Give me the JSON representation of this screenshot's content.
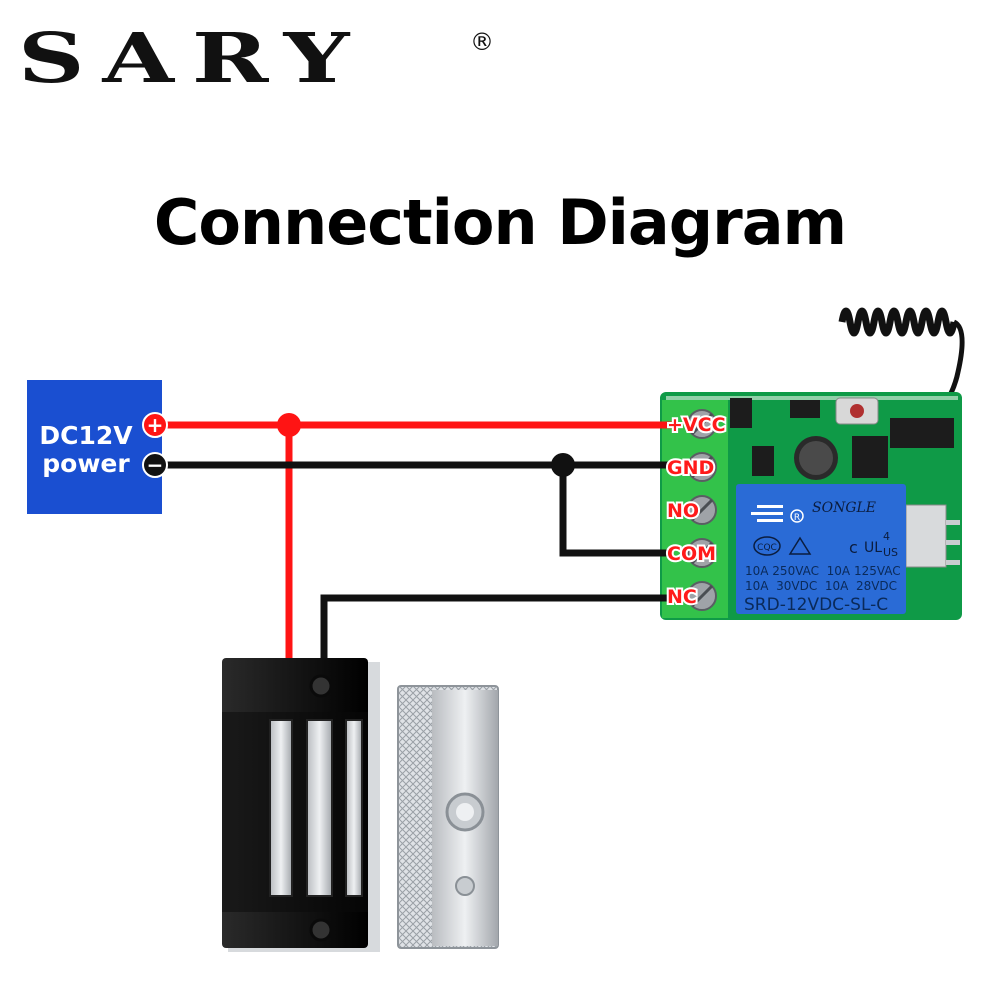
{
  "brand": {
    "name": "SARY",
    "registered_mark": "®"
  },
  "title": "Connection Diagram",
  "power_supply": {
    "line1": "DC12V",
    "line2": "power",
    "plus_symbol": "+",
    "minus_symbol": "−",
    "color": "#1a4fd1"
  },
  "relay_module": {
    "terminals": [
      "+VCC",
      "GND",
      "NO",
      "COM",
      "NC"
    ],
    "relay_brand": "SONGLE",
    "relay_cert": "4",
    "relay_cert_us": "US",
    "relay_spec_1": "10A 250VAC  10A 125VAC",
    "relay_spec_2": "10A  30VDC  10A  28VDC",
    "relay_model": "SRD-12VDC-SL-C",
    "relay_color": "#2a6bd6",
    "board_color": "#0f9a47",
    "terminal_block_color": "#33c24a"
  },
  "wires": {
    "positive_color": "#ff1414",
    "negative_color": "#111111"
  },
  "icons": [
    "antenna-coil-icon",
    "electromagnetic-lock-icon",
    "lock-armature-plate-icon"
  ]
}
